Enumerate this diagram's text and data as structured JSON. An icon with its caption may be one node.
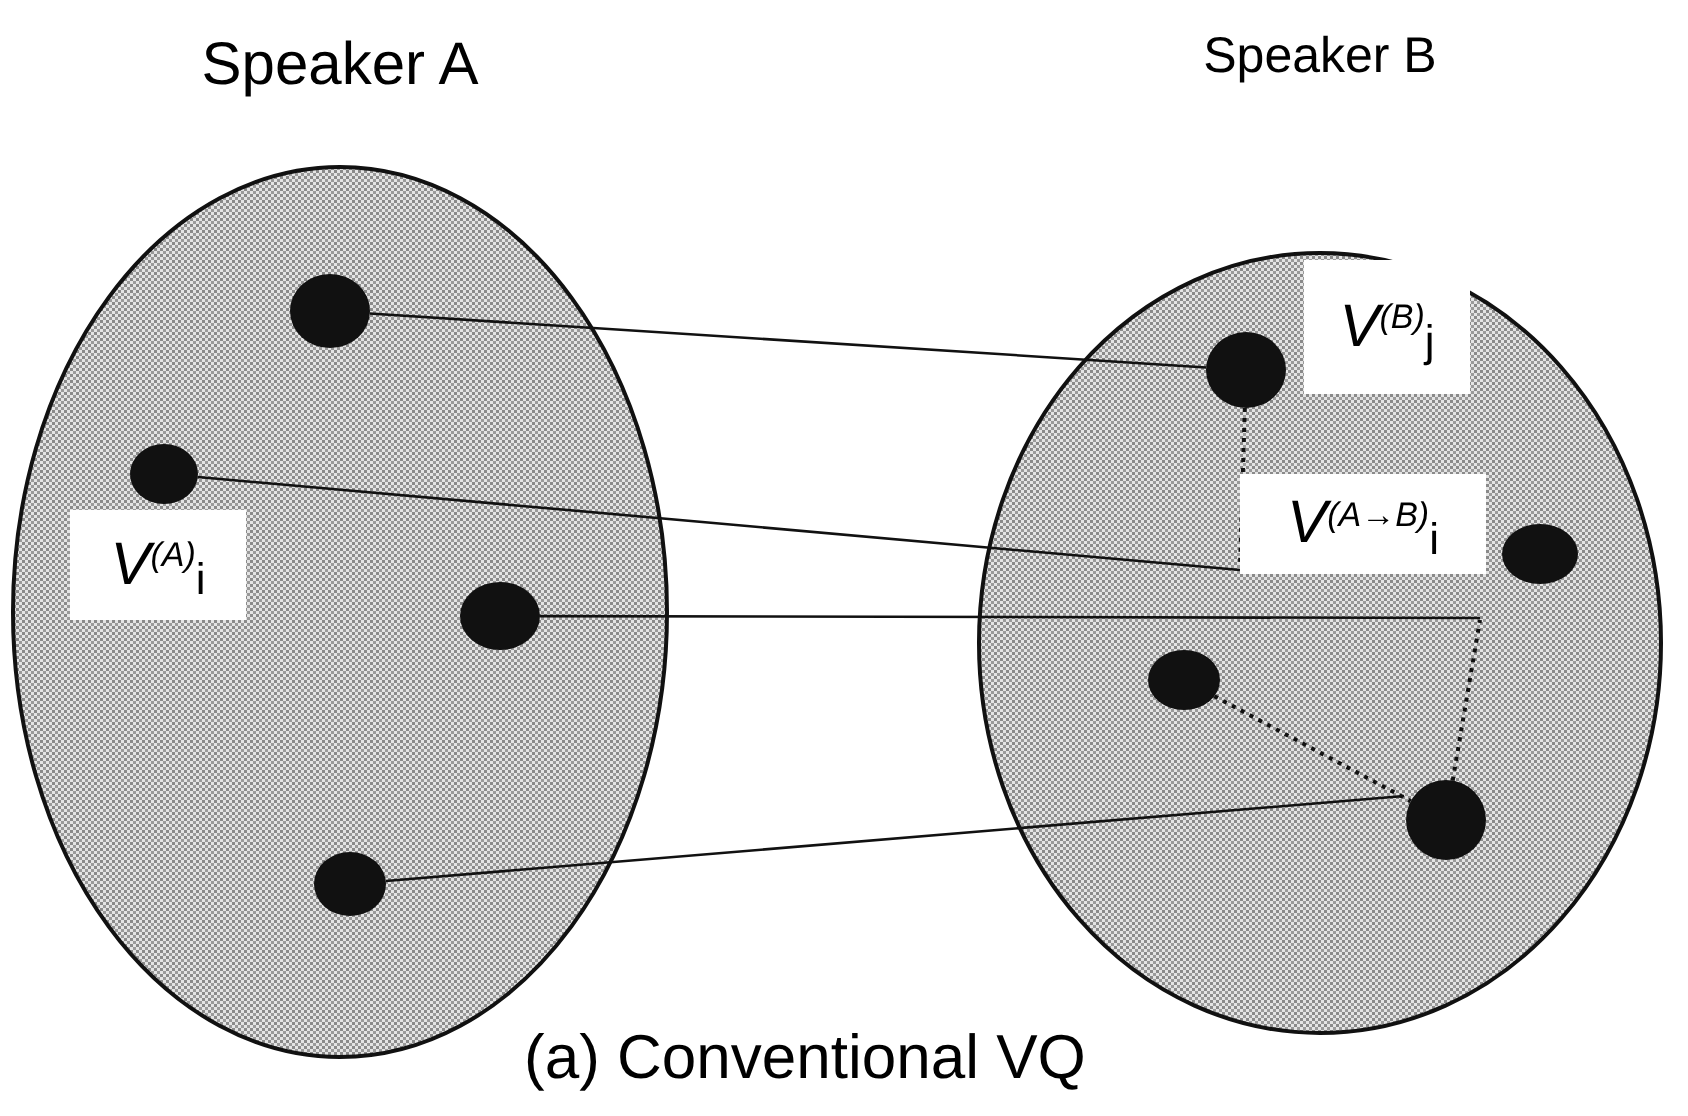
{
  "diagram": {
    "caption": "(a) Conventional VQ",
    "nodes": [
      {
        "text": [
          "Speaker A"
        ]
      },
      {
        "text": [],
        "shape": "circle",
        "in": 0
      },
      {
        "text": [],
        "shape": "circle",
        "in": 0
      },
      {
        "text": [
          "*V*$^{(A)}$$_{i}$"
        ],
        "in": 0
      },
      {
        "text": [],
        "shape": "circle",
        "in": 0
      },
      {
        "text": [],
        "shape": "circle",
        "in": 0
      },
      {
        "text": [
          "Speaker B"
        ]
      },
      {
        "text": [
          "*V*$^{(B)}$$_{j}$"
        ],
        "in": 6
      },
      {
        "text": [],
        "shape": "circle",
        "in": 6
      },
      {
        "text": [
          "*V*$^{(A→B)}$$_{i}$"
        ],
        "in": 6
      },
      {
        "text": [],
        "shape": "circle",
        "in": 6
      },
      {
        "text": [],
        "shape": "circle",
        "in": 6
      },
      {
        "text": [],
        "shape": "circle",
        "in": 6
      }
    ],
    "edges": [
      {
        "from": 1,
        "to": 8,
        "arrow": "none"
      },
      {
        "from": 2,
        "to": 9,
        "arrow": "none"
      },
      {
        "from": 4,
        "to": null,
        "arrow": "none"
      },
      {
        "from": 5,
        "to": 12,
        "arrow": "none"
      },
      {
        "from": 8,
        "to": 9,
        "arrow": "none",
        "style": "dashed"
      },
      {
        "from": 11,
        "to": 12,
        "arrow": "none",
        "style": "dashed"
      },
      {
        "from": 12,
        "to": null,
        "arrow": "none",
        "style": "dashed"
      }
    ]
  }
}
